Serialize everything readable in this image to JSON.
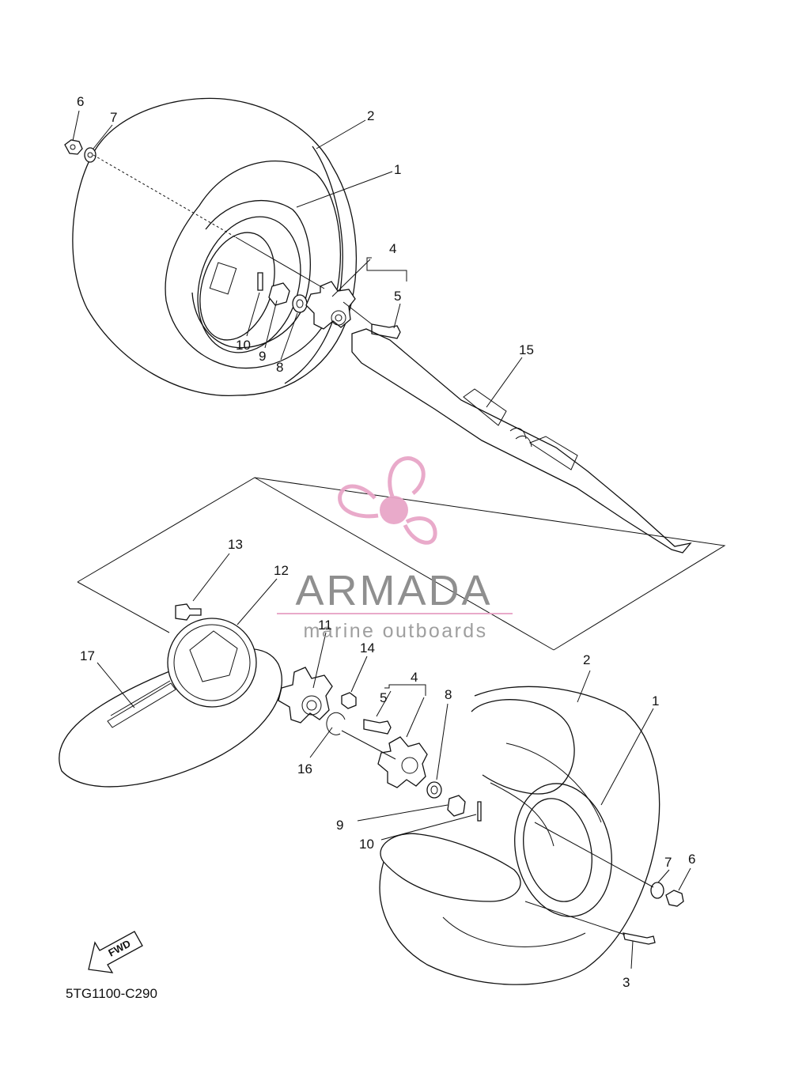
{
  "diagram": {
    "code": "5TG1100-C290",
    "fwd_label": "FWD",
    "callouts": [
      {
        "id": "c-6a",
        "text": "6"
      },
      {
        "id": "c-7a",
        "text": "7"
      },
      {
        "id": "c-2a",
        "text": "2"
      },
      {
        "id": "c-1a",
        "text": "1"
      },
      {
        "id": "c-4a",
        "text": "4"
      },
      {
        "id": "c-5a",
        "text": "5"
      },
      {
        "id": "c-15",
        "text": "15"
      },
      {
        "id": "c-10a",
        "text": "10"
      },
      {
        "id": "c-9a",
        "text": "9"
      },
      {
        "id": "c-8a",
        "text": "8"
      },
      {
        "id": "c-13",
        "text": "13"
      },
      {
        "id": "c-12",
        "text": "12"
      },
      {
        "id": "c-17",
        "text": "17"
      },
      {
        "id": "c-11",
        "text": "11"
      },
      {
        "id": "c-14",
        "text": "14"
      },
      {
        "id": "c-16",
        "text": "16"
      },
      {
        "id": "c-5b",
        "text": "5"
      },
      {
        "id": "c-4b",
        "text": "4"
      },
      {
        "id": "c-8b",
        "text": "8"
      },
      {
        "id": "c-2b",
        "text": "2"
      },
      {
        "id": "c-1b",
        "text": "1"
      },
      {
        "id": "c-9b",
        "text": "9"
      },
      {
        "id": "c-10b",
        "text": "10"
      },
      {
        "id": "c-7b",
        "text": "7"
      },
      {
        "id": "c-6b",
        "text": "6"
      },
      {
        "id": "c-3",
        "text": "3"
      }
    ]
  },
  "watermark": {
    "brand": "ARMADA",
    "tagline": "marine outboards",
    "logo_color": "#e8a6c8",
    "text_color": "#8a8a8a"
  }
}
